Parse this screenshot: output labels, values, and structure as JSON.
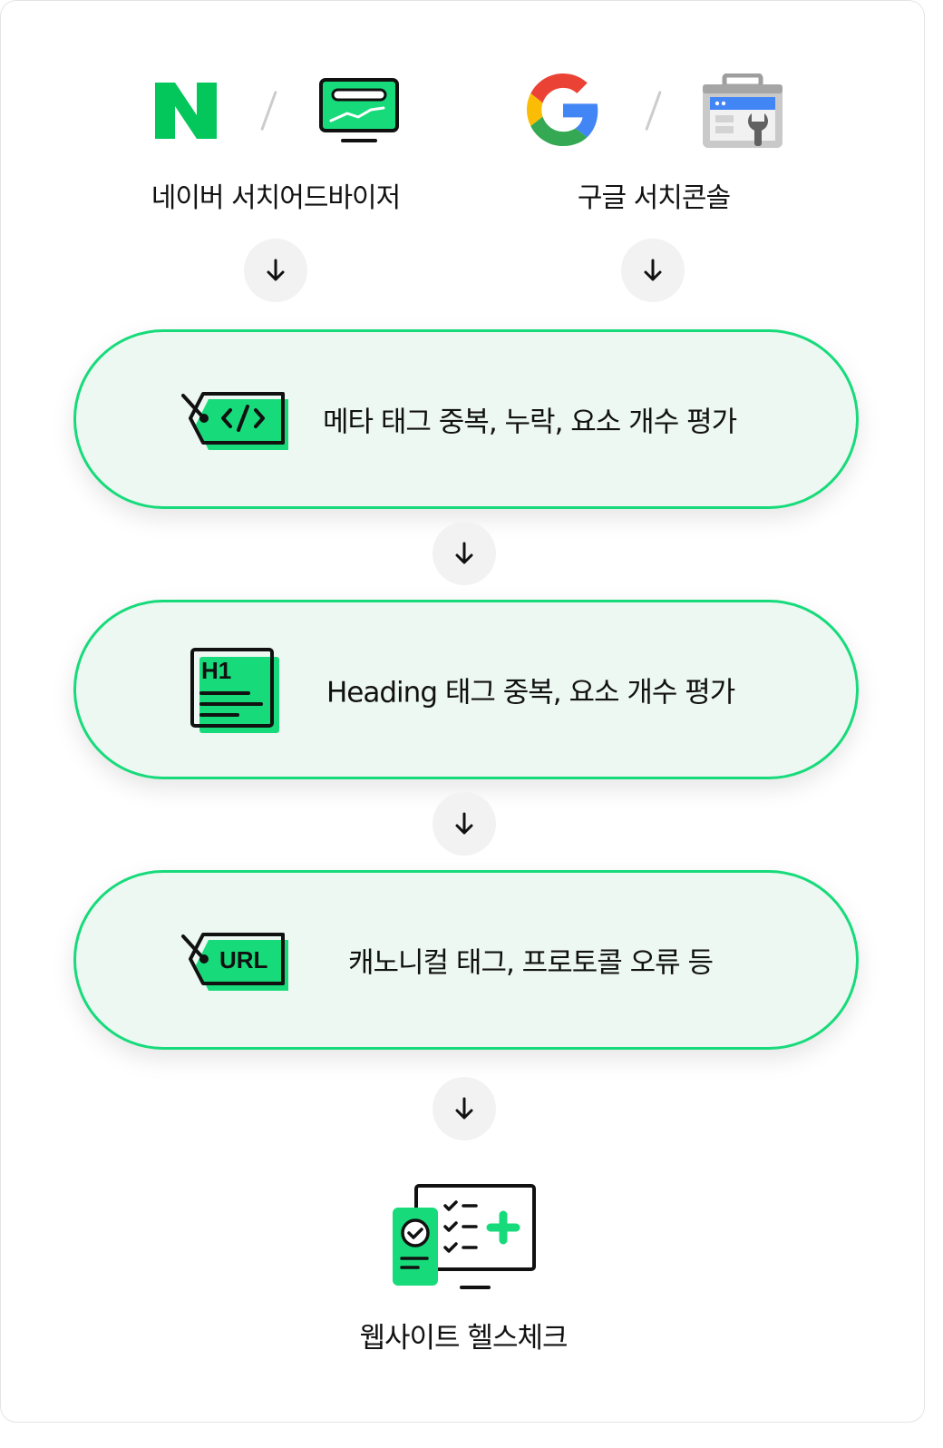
{
  "sources": [
    {
      "label": "네이버 서치어드바이저",
      "icons": [
        "naver-logo-icon",
        "naver-search-advisor-icon"
      ]
    },
    {
      "label": "구글 서치콘솔",
      "icons": [
        "google-logo-icon",
        "google-search-console-icon"
      ]
    }
  ],
  "steps": [
    {
      "icon": "meta-code-tag-icon",
      "text": "메타 태그 중복, 누락, 요소 개수 평가"
    },
    {
      "icon": "h1-heading-document-icon",
      "text": "Heading 태그 중복, 요소 개수 평가"
    },
    {
      "icon": "url-tag-icon",
      "text": "캐노니컬 태그, 프로토콜 오류 등",
      "icon_text": "URL"
    }
  ],
  "heading_icon_text": "H1",
  "result": {
    "icon": "website-health-check-icon",
    "label": "웹사이트 헬스체크"
  },
  "connector_icon": "arrow-down-icon",
  "colors": {
    "accent": "#17db7a",
    "pill_bg": "#edf8f3",
    "naver_green": "#03c75a",
    "arrow_bg": "#f2f2f2"
  }
}
